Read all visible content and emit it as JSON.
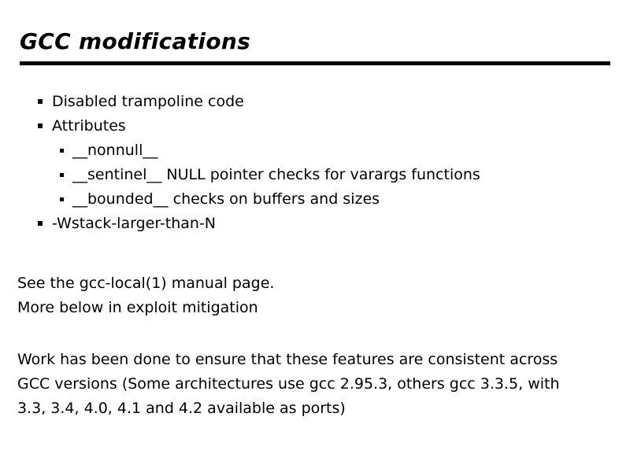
{
  "slide": {
    "title": "GCC modifications",
    "bullets": [
      {
        "level": 1,
        "text": "Disabled trampoline code"
      },
      {
        "level": 1,
        "text": "Attributes"
      },
      {
        "level": 2,
        "text": "__nonnull__"
      },
      {
        "level": 2,
        "text": "__sentinel__ NULL pointer checks for varargs functions"
      },
      {
        "level": 2,
        "text": "__bounded__ checks on buffers and sizes"
      },
      {
        "level": 1,
        "text": "-Wstack-larger-than-N"
      }
    ],
    "notes": [
      "See the gcc-local(1) manual page.",
      "More below in exploit mitigation"
    ],
    "closing": [
      "Work has been done to ensure that these features are consistent across",
      "GCC versions (Some architectures use gcc 2.95.3, others gcc 3.3.5, with",
      "3.3, 3.4, 4.0, 4.1 and 4.2 available as ports)"
    ]
  }
}
